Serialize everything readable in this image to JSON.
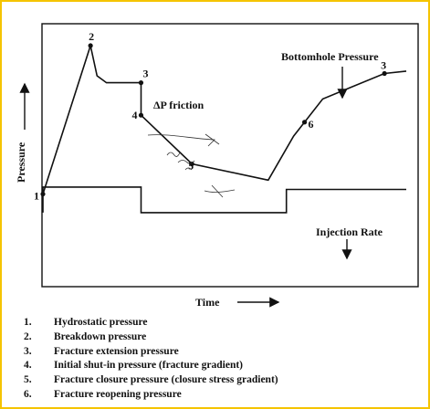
{
  "chart_data": {
    "type": "line",
    "title": "",
    "xlabel": "Time",
    "ylabel": "Pressure",
    "units": "qualitative (schematic, no numeric scale)",
    "xlim": [
      0,
      1
    ],
    "ylim": [
      0,
      1
    ],
    "series": [
      {
        "name": "Bottomhole Pressure",
        "x": [
          0.0,
          0.131,
          0.149,
          0.175,
          0.258,
          0.27,
          0.27,
          0.41,
          0.62,
          0.69,
          0.77,
          0.94,
          1.0
        ],
        "y": [
          0.36,
          1.0,
          0.87,
          0.84,
          0.84,
          0.84,
          0.7,
          0.49,
          0.42,
          0.61,
          0.77,
          0.88,
          0.89
        ]
      },
      {
        "name": "Injection Rate",
        "x": [
          0.0,
          0.0,
          0.27,
          0.27,
          0.67,
          0.67,
          1.0
        ],
        "y": [
          0.28,
          0.39,
          0.39,
          0.28,
          0.28,
          0.38,
          0.38
        ]
      }
    ],
    "points": [
      {
        "label": "1",
        "x": 0.0,
        "y": 0.36
      },
      {
        "label": "2",
        "x": 0.131,
        "y": 1.0
      },
      {
        "label": "3",
        "x": 0.27,
        "y": 0.84
      },
      {
        "label": "4",
        "x": 0.27,
        "y": 0.7
      },
      {
        "label": "5",
        "x": 0.41,
        "y": 0.49
      },
      {
        "label": "6",
        "x": 0.72,
        "y": 0.67
      },
      {
        "label": "3",
        "x": 0.94,
        "y": 0.88
      }
    ],
    "annotations": {
      "friction": "ΔP friction",
      "pressure_curve": "Bottomhole Pressure",
      "rate_curve": "Injection Rate"
    },
    "legend": [
      {
        "num": "1.",
        "text": "Hydrostatic pressure"
      },
      {
        "num": "2.",
        "text": "Breakdown pressure"
      },
      {
        "num": "3.",
        "text": "Fracture extension pressure"
      },
      {
        "num": "4.",
        "text": "Initial shut-in pressure (fracture gradient)"
      },
      {
        "num": "5.",
        "text": "Fracture closure pressure (closure stress gradient)"
      },
      {
        "num": "6.",
        "text": "Fracture reopening pressure"
      }
    ],
    "grid": false
  }
}
